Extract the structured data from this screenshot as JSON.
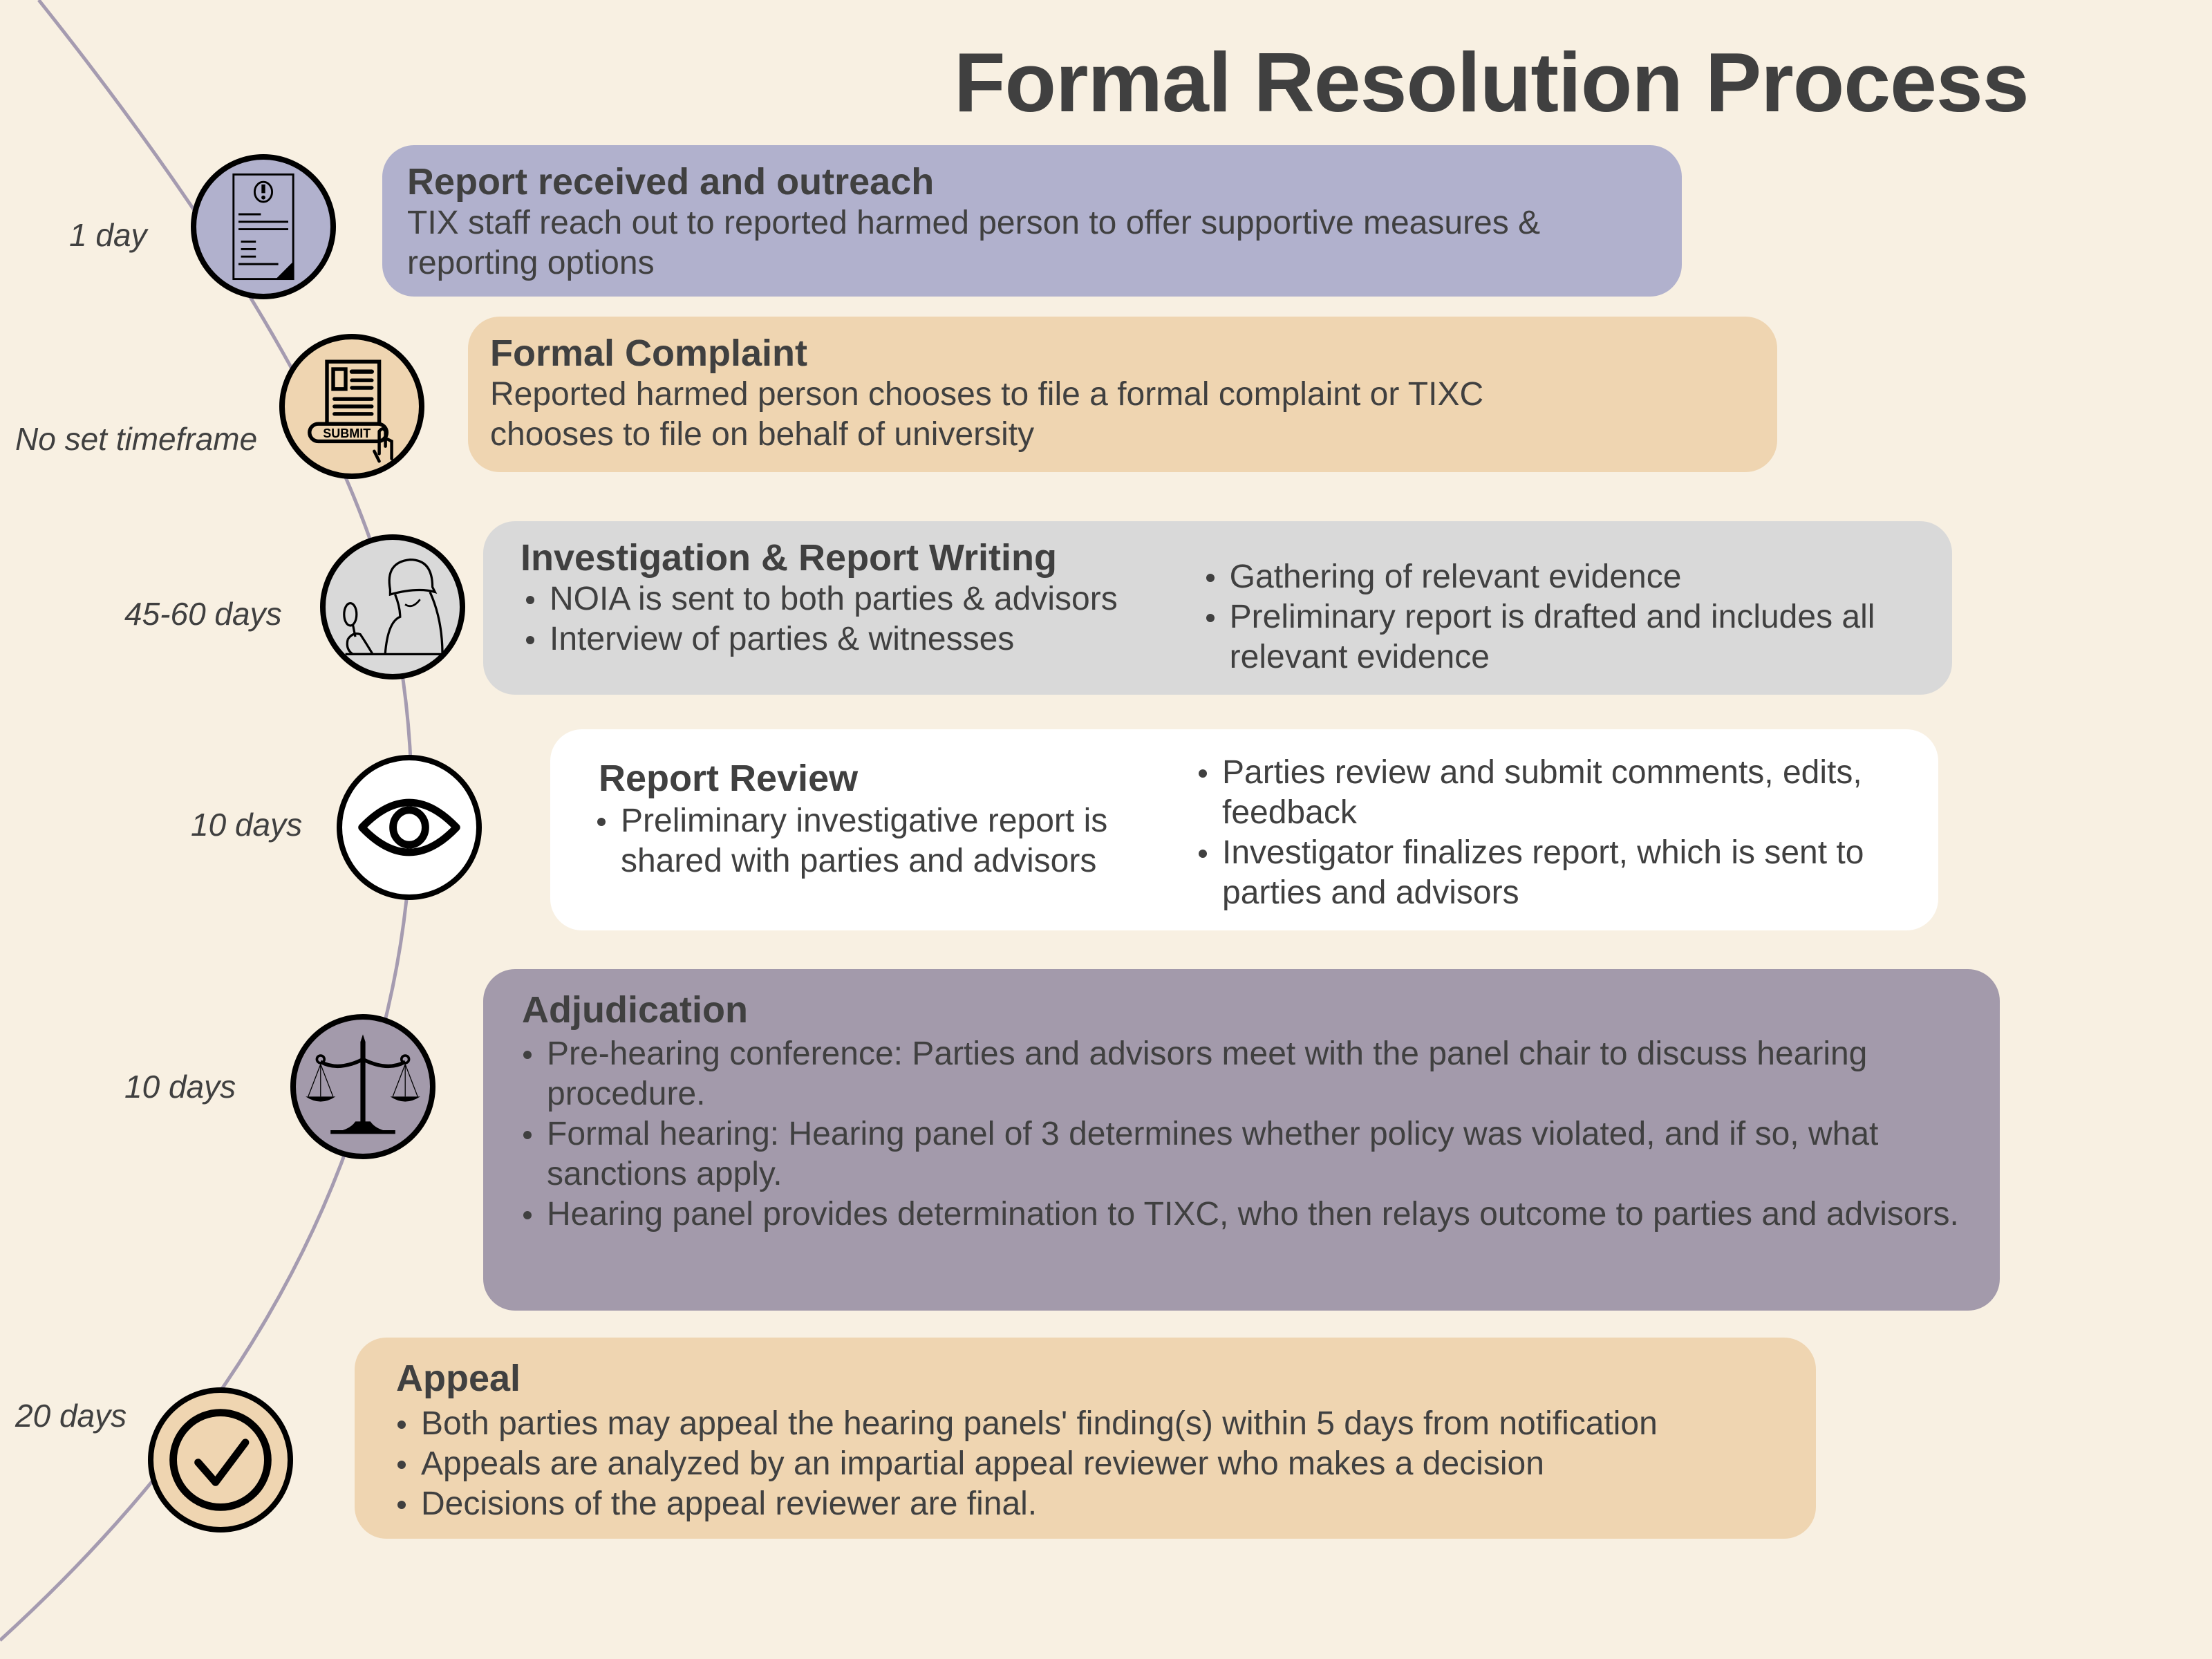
{
  "title": "Formal Resolution Process",
  "colors": {
    "background": "#f8f0e2",
    "timeline": "#a59bb0",
    "lavender": "#b1b1cd",
    "peach": "#efd5b1",
    "gray": "#d9d9d9",
    "white": "#ffffff",
    "mauve": "#a39aab",
    "text": "#404040"
  },
  "steps": [
    {
      "timeframe": "1 day",
      "icon": "report-document-alert-icon",
      "heading": "Report received and outreach",
      "description": "TIX staff reach out to reported harmed person to offer supportive measures & reporting options"
    },
    {
      "timeframe": "No set timeframe",
      "icon": "submit-form-icon",
      "icon_label": "SUBMIT",
      "heading": "Formal Complaint",
      "description": "Reported harmed person chooses to file a formal complaint or TIXC chooses to file on behalf of university"
    },
    {
      "timeframe": "45-60 days",
      "icon": "detective-magnifier-icon",
      "heading": "Investigation & Report Writing",
      "bullets_left": [
        "NOIA is sent to both parties & advisors",
        "Interview of parties & witnesses"
      ],
      "bullets_right": [
        "Gathering of relevant evidence",
        "Preliminary report is drafted and includes all relevant evidence"
      ]
    },
    {
      "timeframe": "10 days",
      "icon": "eye-icon",
      "heading": "Report Review",
      "bullets_left": [
        "Preliminary investigative report is shared with parties and advisors"
      ],
      "bullets_right": [
        "Parties review and submit comments, edits, feedback",
        "Investigator finalizes report, which is sent to parties and advisors"
      ]
    },
    {
      "timeframe": "10 days",
      "icon": "scales-of-justice-icon",
      "heading": "Adjudication",
      "bullets": [
        "Pre-hearing conference: Parties and advisors meet with the panel chair to discuss hearing procedure.",
        "Formal hearing: Hearing panel of 3 determines whether policy was violated, and if so, what sanctions apply.",
        "Hearing panel provides determination to TIXC, who then relays outcome to parties and advisors."
      ]
    },
    {
      "timeframe": "20 days",
      "icon": "checkmark-circle-icon",
      "heading": "Appeal",
      "bullets": [
        "Both parties may appeal the hearing panels' finding(s) within 5 days from notification",
        "Appeals are analyzed by an impartial appeal reviewer who makes a decision",
        "Decisions of the appeal reviewer are final."
      ]
    }
  ]
}
